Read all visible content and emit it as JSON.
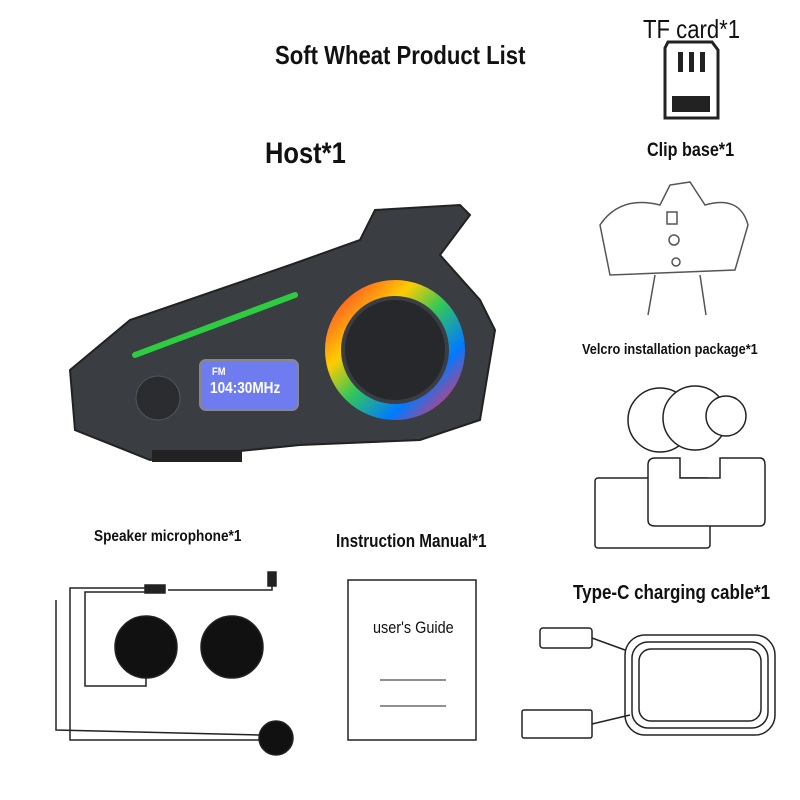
{
  "title": "Soft Wheat Product List",
  "items": {
    "host": "Host*1",
    "tf_card": "TF card*1",
    "clip_base": "Clip base*1",
    "velcro": "Velcro installation package*1",
    "speaker_mic": "Speaker microphone*1",
    "manual": "Instruction Manual*1",
    "cable": "Type-C charging cable*1"
  },
  "device_display": {
    "mode": "FM",
    "frequency": "104:30MHz"
  },
  "manual_cover": "user's Guide",
  "colors": {
    "led_green": "#2ecc40",
    "lcd_blue": "#6f7cf0",
    "body": "#3a3d42"
  }
}
